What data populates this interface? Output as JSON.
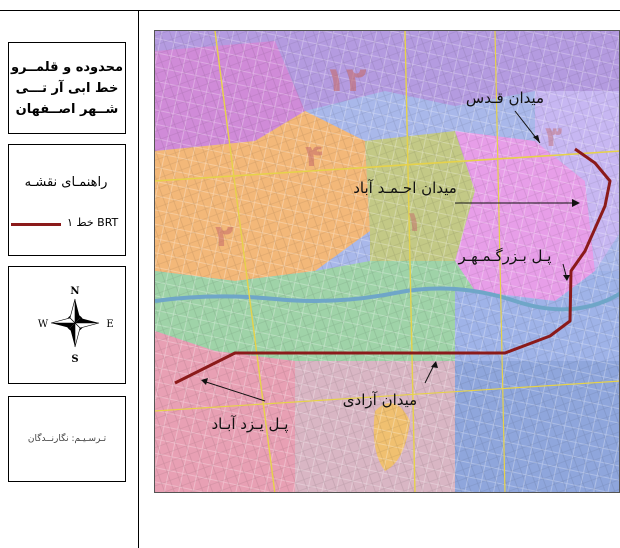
{
  "title_box": {
    "line1": "محدوده و قلمــرو",
    "line2": "خط ابی آر تـــی",
    "line3": "شــهر اصــفهان"
  },
  "legend": {
    "title": "راهنمـای نقشـه",
    "brt_label": "BRT خط ۱",
    "brt_color": "#8b1a1a"
  },
  "compass": {
    "north": "N",
    "south": "S",
    "east": "E",
    "west": "W"
  },
  "credit": {
    "text": "تـرسـیـم: نگارنــدگان"
  },
  "map": {
    "labels": {
      "qods": "میدان قـدس",
      "ahmadabad": "میدان احـمـد آباد",
      "bozorgmehr": "پـل بـزرگـمـهـر",
      "azadi": "میدان آزادی",
      "yazdabad": "پـل یـزد آبـاد"
    },
    "colors": {
      "violet": "#b49be0",
      "pink": "#e79ee8",
      "orange": "#f3b879",
      "olive": "#c3c986",
      "blue": "#8fa6dc",
      "lightblue": "#a9b8ea",
      "green": "#9fd3a8",
      "rose": "#e8a0b4",
      "route": "#8b1a1a"
    }
  }
}
